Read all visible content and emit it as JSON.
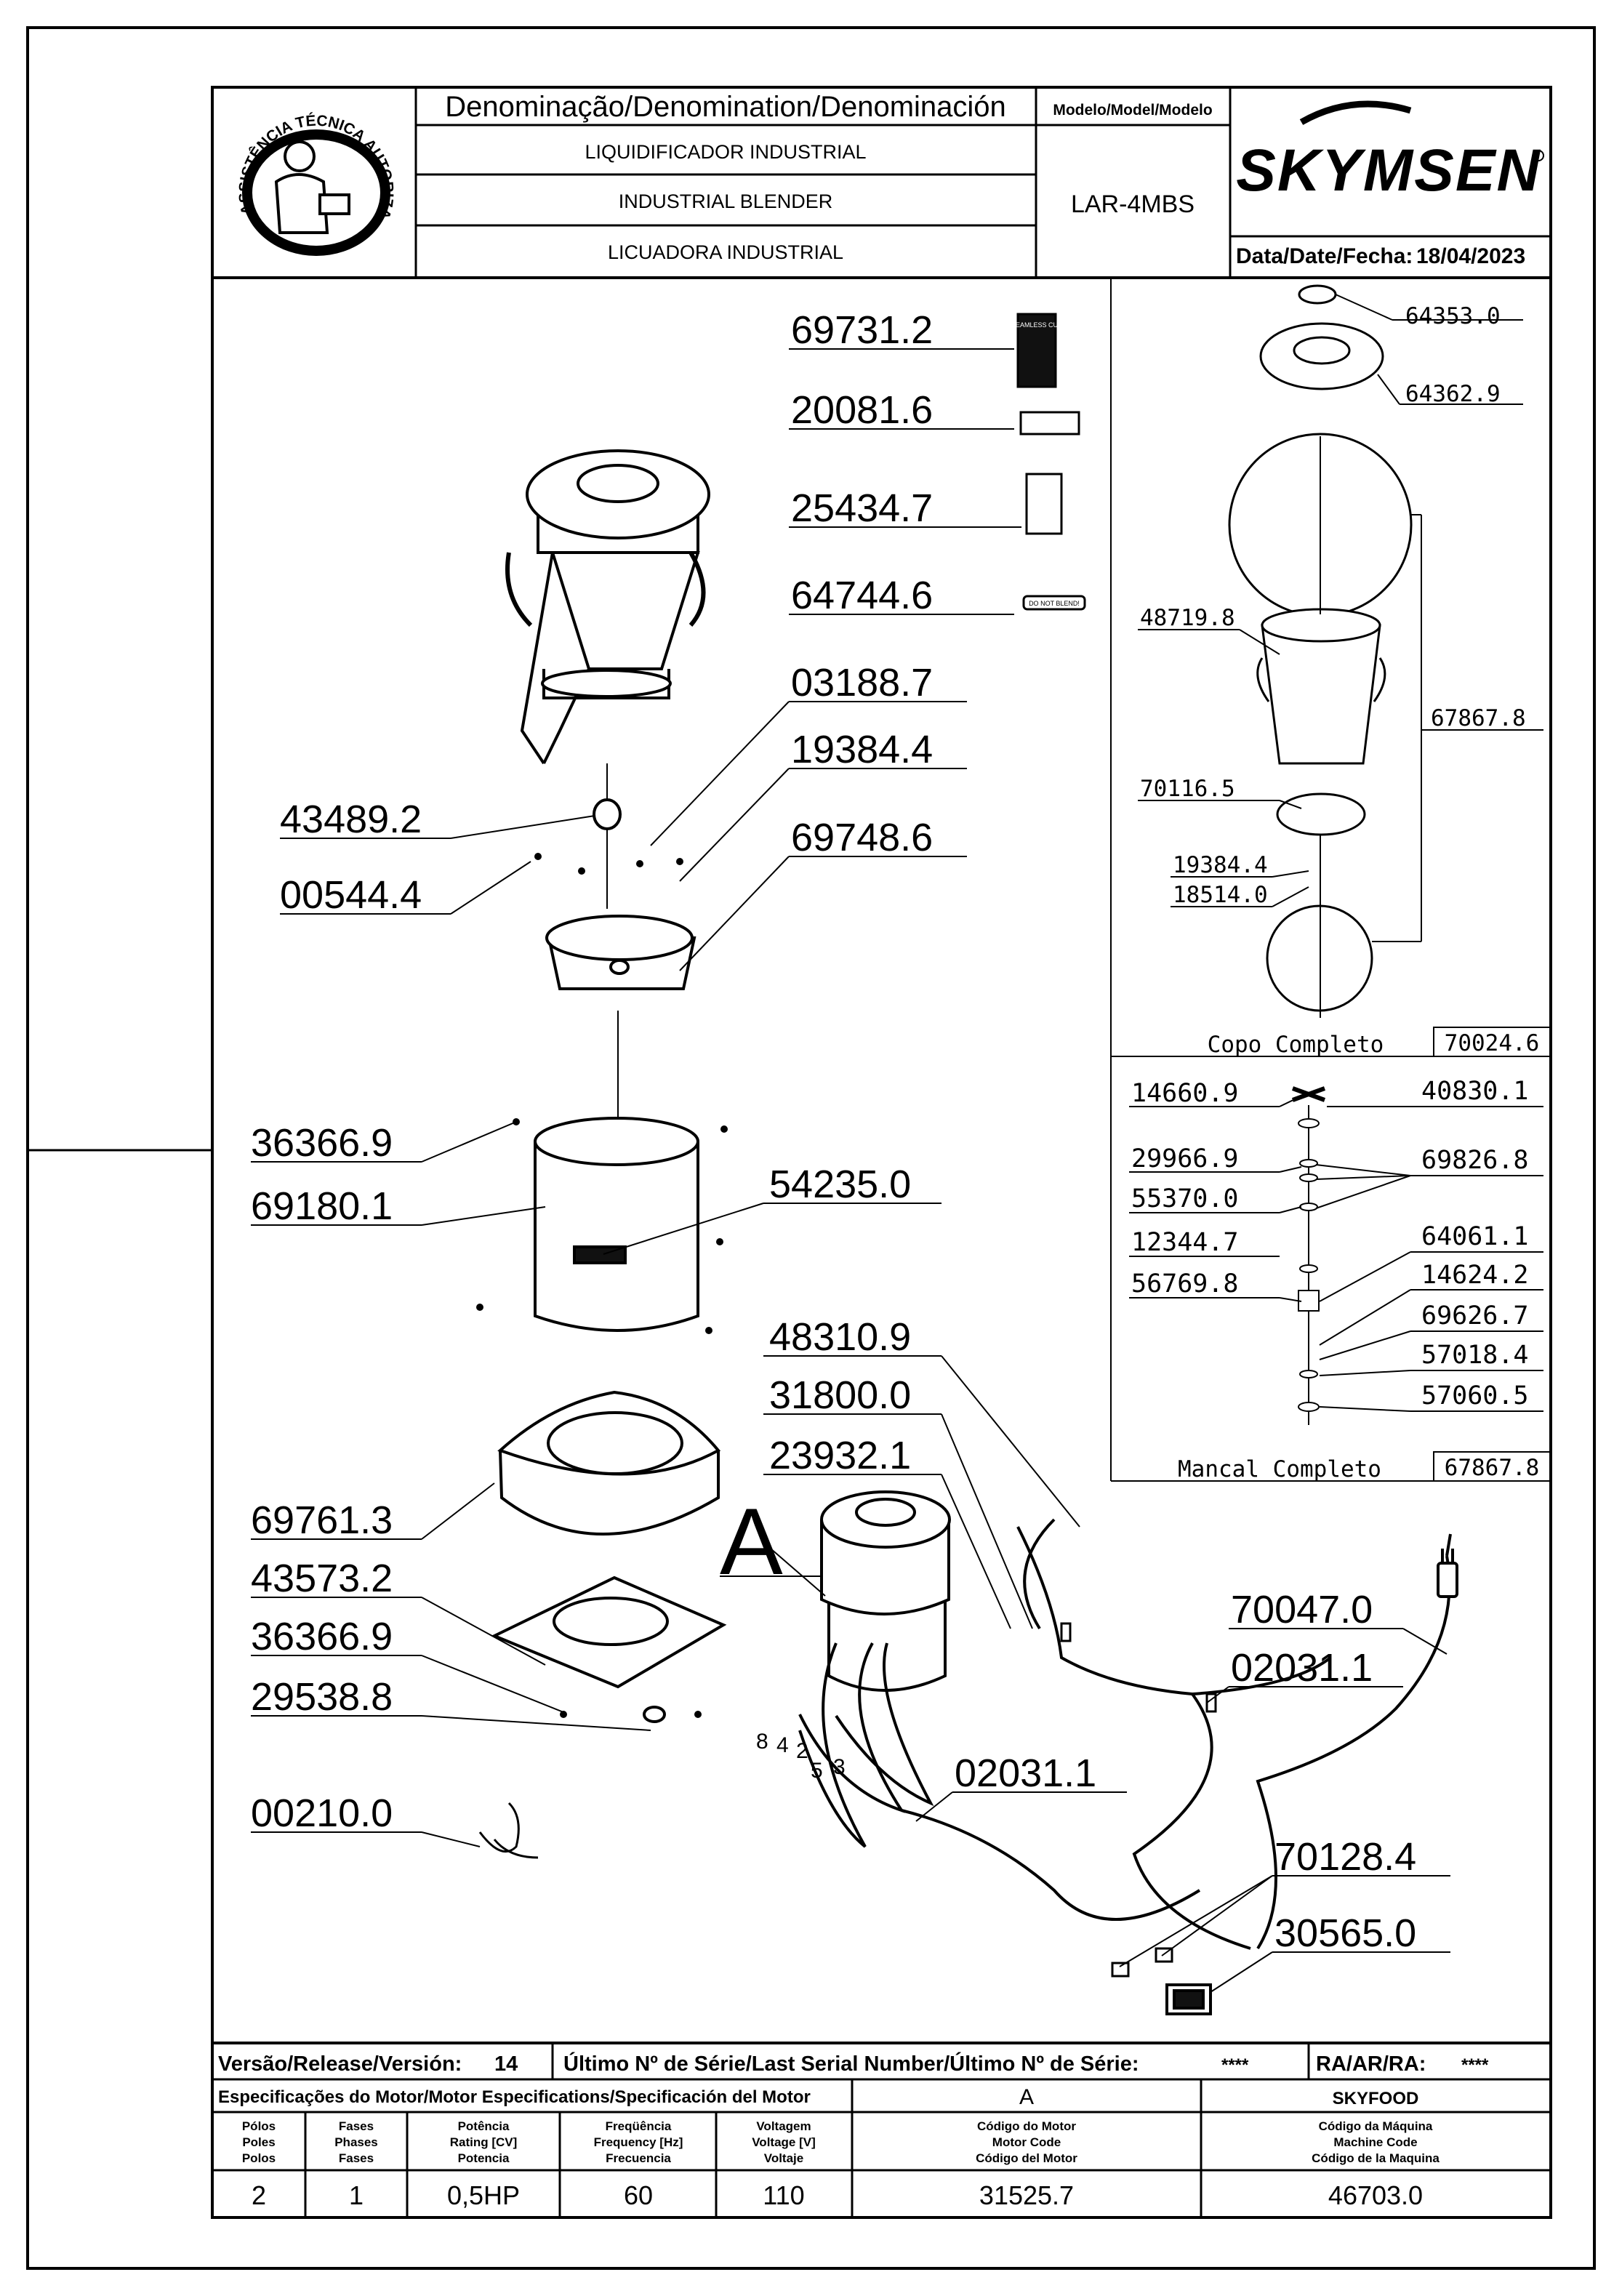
{
  "header": {
    "denomination_label": "Denominação/Denomination/Denominación",
    "name_pt": "LIQUIDIFICADOR INDUSTRIAL",
    "name_en": "INDUSTRIAL BLENDER",
    "name_es": "LICUADORA INDUSTRIAL",
    "model_label": "Modelo/Model/Modelo",
    "model_value": "LAR-4MBS",
    "brand": "SKYMSEN",
    "date_label": "Data/Date/Fecha:",
    "date_value": "18/04/2023",
    "seal_text": "ASSISTÊNCIA TÉCNICA AUTORIZADA"
  },
  "parts_main": [
    {
      "number": "69731.2"
    },
    {
      "number": "20081.6"
    },
    {
      "number": "25434.7"
    },
    {
      "number": "64744.6"
    },
    {
      "number": "03188.7"
    },
    {
      "number": "19384.4"
    },
    {
      "number": "43489.2"
    },
    {
      "number": "69748.6"
    },
    {
      "number": "00544.4"
    },
    {
      "number": "36366.9"
    },
    {
      "number": "69180.1"
    },
    {
      "number": "54235.0"
    },
    {
      "number": "48310.9"
    },
    {
      "number": "31800.0"
    },
    {
      "number": "23932.1"
    },
    {
      "number": "69761.3"
    },
    {
      "number": "43573.2"
    },
    {
      "number": "36366.9"
    },
    {
      "number": "29538.8"
    },
    {
      "number": "00210.0"
    },
    {
      "number": "70047.0"
    },
    {
      "number": "02031.1"
    },
    {
      "number": "02031.1"
    },
    {
      "number": "70128.4"
    },
    {
      "number": "30565.0"
    }
  ],
  "detail_letter": "A",
  "wire_labels": [
    "8",
    "4",
    "2",
    "5",
    "3"
  ],
  "sticker_text": {
    "do_not_blend": "DO NOT BLEND!",
    "seamless": "SEAMLESS CUP"
  },
  "cup_assembly": {
    "title": "Copo Completo",
    "code": "70024.6",
    "parts": [
      {
        "number": "64353.0"
      },
      {
        "number": "64362.9"
      },
      {
        "number": "48719.8"
      },
      {
        "number": "67867.8"
      },
      {
        "number": "70116.5"
      },
      {
        "number": "19384.4"
      },
      {
        "number": "18514.0"
      }
    ]
  },
  "bearing_assembly": {
    "title": "Mancal Completo",
    "code": "67867.8",
    "parts": [
      {
        "number": "14660.9"
      },
      {
        "number": "40830.1"
      },
      {
        "number": "29966.9"
      },
      {
        "number": "69826.8"
      },
      {
        "number": "55370.0"
      },
      {
        "number": "12344.7"
      },
      {
        "number": "64061.1"
      },
      {
        "number": "56769.8"
      },
      {
        "number": "14624.2"
      },
      {
        "number": "69626.7"
      },
      {
        "number": "57018.4"
      },
      {
        "number": "57060.5"
      }
    ]
  },
  "footer": {
    "release_label": "Versão/Release/Versión:",
    "release_value": "14",
    "serial_label": "Último Nº de Série/Last Serial Number/Último Nº de Série:",
    "serial_value": "****",
    "ra_label": "RA/AR/RA:",
    "ra_value": "****",
    "motor_spec_label": "Especificações do Motor/Motor Especifications/Specificación del Motor",
    "motor_col_letter": "A",
    "machine_brand": "SKYFOOD",
    "col_poles": [
      "Pólos",
      "Poles",
      "Polos"
    ],
    "col_phases": [
      "Fases",
      "Phases",
      "Fases"
    ],
    "col_power": [
      "Potência",
      "Rating [CV]",
      "Potencia"
    ],
    "col_frequency": [
      "Freqüência",
      "Frequency [Hz]",
      "Frecuencia"
    ],
    "col_voltage": [
      "Voltagem",
      "Voltage [V]",
      "Voltaje"
    ],
    "col_motor_code": [
      "Código do Motor",
      "Motor Code",
      "Código del Motor"
    ],
    "col_machine_code": [
      "Código da Máquina",
      "Machine Code",
      "Código de la Maquina"
    ],
    "poles": "2",
    "phases": "1",
    "power": "0,5HP",
    "frequency": "60",
    "voltage": "110",
    "motor_code": "31525.7",
    "machine_code": "46703.0"
  }
}
